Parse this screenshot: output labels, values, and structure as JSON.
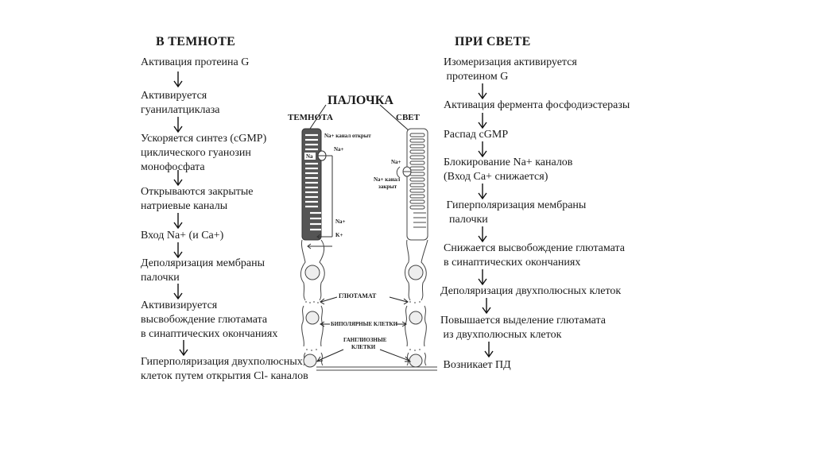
{
  "dark": {
    "heading": "В ТЕМНОТЕ",
    "steps": [
      [
        "Активация протеина G"
      ],
      [
        "Активируется",
        "гуанилатциклаза"
      ],
      [
        "Ускоряется синтез (cGMP)",
        "циклического гуанозин",
        "монофосфата"
      ],
      [
        "Открываются закрытые",
        "натриевые каналы"
      ],
      [
        "Вход Na+ (и Ca+)"
      ],
      [
        "Деполяризация мембраны",
        "палочки"
      ],
      [
        "Активизируется",
        "высвобождение глютамата",
        "в синаптических окончаниях"
      ],
      [
        "Гиперполяризация двухполюсных",
        "клеток путем открытия Cl- каналов"
      ]
    ]
  },
  "light": {
    "heading": "ПРИ СВЕТЕ",
    "steps": [
      [
        "Изомеризация активируется",
        " протеином G"
      ],
      [
        "Активация фермента фосфодиэстеразы"
      ],
      [
        "Распад cGMP"
      ],
      [
        "Блокирование Na+ каналов",
        "(Вход Ca+ снижается)"
      ],
      [
        " Гиперполяризация мембраны",
        "  палочки"
      ],
      [
        "Снижается высвобождение глютамата",
        "в синаптических окончаниях"
      ],
      [
        "Деполяризация двухполюсных клеток"
      ],
      [
        "Повышается выделение глютамата",
        " из двухполюсных клеток"
      ],
      [
        " Возникает ПД"
      ]
    ]
  },
  "diagram": {
    "title": "ПАЛОЧКА",
    "dark_label": "ТЕМНОТА",
    "light_label": "СВЕТ",
    "na_channel_open": "Na+ канал открыт",
    "na_channel_closed_1": "Na+ канал",
    "na_channel_closed_2": "закрыт",
    "na_label": "Na+",
    "na_inside": "Na",
    "k_label": "K+",
    "glutamate": "ГЛЮТАМАТ",
    "bipolar": "БИПОЛЯРНЫЕ КЛЕТКИ",
    "ganglion_1": "ГАНГЛИОЗНЫЕ",
    "ganglion_2": "КЛЕТКИ"
  }
}
